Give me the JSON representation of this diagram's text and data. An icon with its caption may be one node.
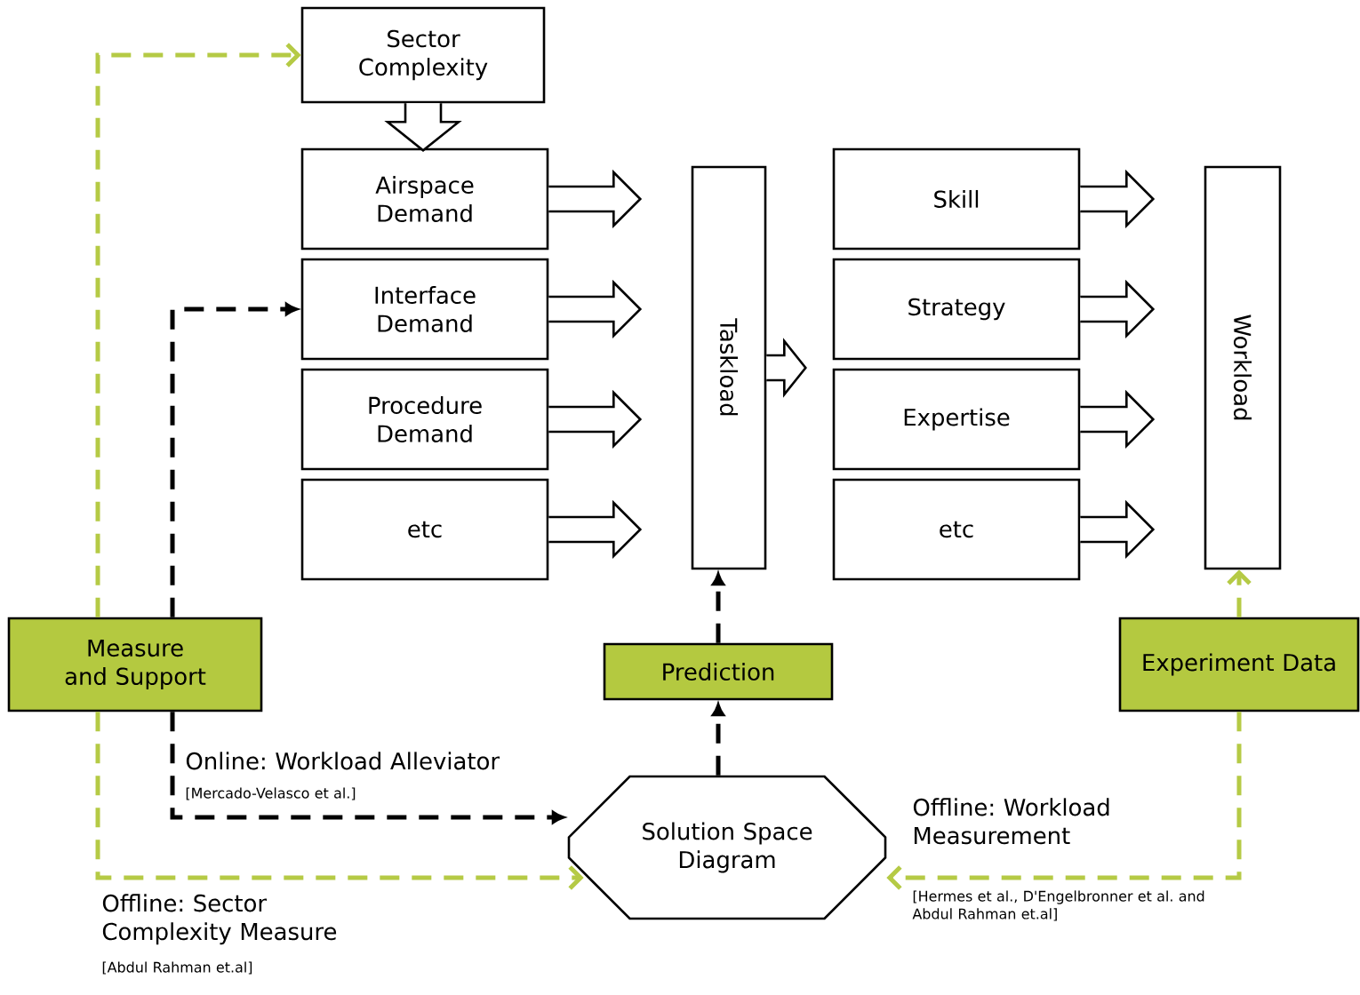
{
  "diagram": {
    "nodes": [
      {
        "text": [
          "Sector Complexity"
        ]
      },
      {
        "text": [
          "Airspace Demand"
        ]
      },
      {
        "text": [
          "Interface Demand"
        ]
      },
      {
        "text": [
          "Procedure Demand"
        ]
      },
      {
        "text": [
          "etc"
        ]
      },
      {
        "text": [
          "Taskload"
        ]
      },
      {
        "text": [
          "Skill"
        ]
      },
      {
        "text": [
          "Strategy"
        ]
      },
      {
        "text": [
          "Expertise"
        ]
      },
      {
        "text": [
          "etc"
        ]
      },
      {
        "text": [
          "Workload"
        ]
      },
      {
        "text": [
          "Measure and Support"
        ]
      },
      {
        "text": [
          "Prediction"
        ]
      },
      {
        "text": [
          "Experiment Data"
        ]
      },
      {
        "text": [
          "Solution Space Diagram"
        ]
      }
    ],
    "edges": [
      {
        "from": 0,
        "to": 1,
        "arrow": "to"
      },
      {
        "from": 1,
        "to": 5,
        "arrow": "to"
      },
      {
        "from": 2,
        "to": 5,
        "arrow": "to"
      },
      {
        "from": 3,
        "to": 5,
        "arrow": "to"
      },
      {
        "from": 4,
        "to": 5,
        "arrow": "to"
      },
      {
        "from": 5,
        "to": null,
        "arrow": "to"
      },
      {
        "from": 6,
        "to": 10,
        "arrow": "to"
      },
      {
        "from": 7,
        "to": 10,
        "arrow": "to"
      },
      {
        "from": 8,
        "to": 10,
        "arrow": "to"
      },
      {
        "from": 9,
        "to": 10,
        "arrow": "to"
      },
      {
        "from": 14,
        "to": 12,
        "arrow": "to",
        "style": "dashed"
      },
      {
        "from": 12,
        "to": 5,
        "arrow": "to",
        "style": "dashed"
      },
      {
        "from": 13,
        "to": 10,
        "arrow": "to",
        "style": "dashed",
        "color": "#b5ca45"
      },
      {
        "from": 13,
        "to": 14,
        "arrow": "to",
        "style": "dashed",
        "color": "#b5ca45",
        "label": "Offline: Workload Measurement"
      },
      {
        "from": 11,
        "to": 2,
        "arrow": "to",
        "style": "dashed"
      },
      {
        "from": 11,
        "to": 14,
        "arrow": "to",
        "style": "dashed",
        "label": "Online: Workload Alleviator"
      },
      {
        "from": 11,
        "to": 0,
        "arrow": "to",
        "style": "dashed",
        "color": "#b5ca45"
      },
      {
        "from": 11,
        "to": 14,
        "arrow": "to",
        "style": "dashed",
        "color": "#b5ca45",
        "label": "Offline: Sector Complexity Measure"
      }
    ],
    "labels": [
      "[Mercado-Velasco et al.]",
      "[Hermes et al., D'Engelbronner et al. and Abdul Rahman et.al]",
      "[Abdul Rahman et.al]"
    ]
  }
}
